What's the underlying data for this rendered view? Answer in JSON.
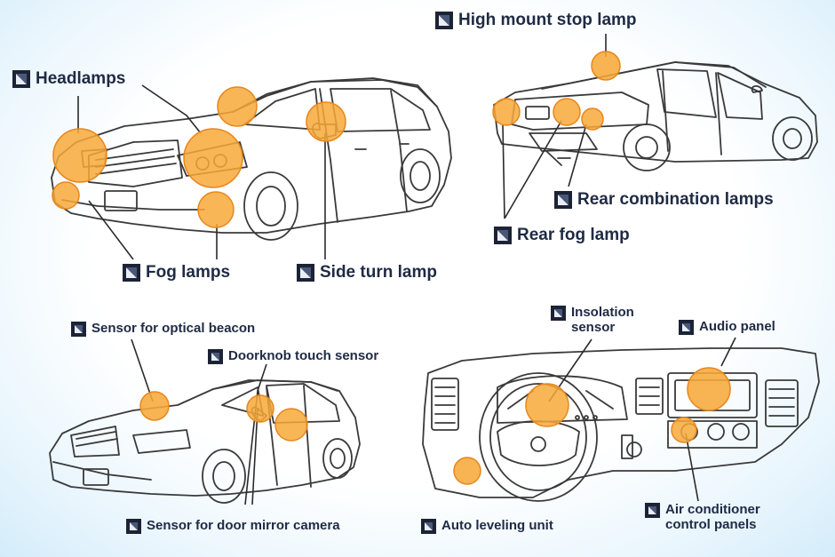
{
  "colors": {
    "hotspot": "#f7a93a",
    "hotspot_edge": "#e8861b",
    "label_text": "#1f2a44",
    "line": "#3a3a3a",
    "background_edge": "#d4ecfa"
  },
  "icon": "label-square-icon",
  "labels": {
    "high_mount_stop_lamp": "High mount stop lamp",
    "headlamps": "Headlamps",
    "rear_combination_lamps": "Rear combination lamps",
    "rear_fog_lamp": "Rear fog lamp",
    "fog_lamps": "Fog lamps",
    "side_turn_lamp": "Side turn lamp",
    "sensor_optical_beacon": "Sensor for optical beacon",
    "doorknob_touch_sensor": "Doorknob touch sensor",
    "insolation_sensor_line1": "Insolation",
    "insolation_sensor_line2": "sensor",
    "audio_panel": "Audio panel",
    "sensor_door_mirror_camera": "Sensor for door mirror camera",
    "auto_leveling_unit": "Auto leveling unit",
    "air_conditioner_line1": "Air conditioner",
    "air_conditioner_line2": "control panels"
  }
}
